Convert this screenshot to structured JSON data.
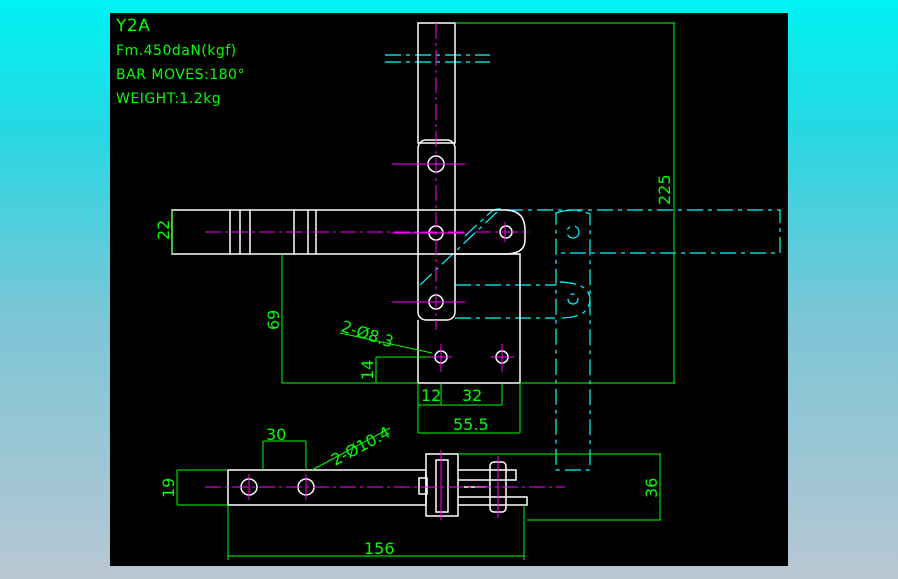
{
  "spec": {
    "model": "Y2A",
    "force": "Fm.450daN(kgf)",
    "bar_moves": "BAR MOVES:180°",
    "weight": "WEIGHT:1.2kg"
  },
  "dimensions": {
    "height_225": "225",
    "bar_22": "22",
    "height_69": "69",
    "height_14": "14",
    "hole_upper": "2-Ø8.3",
    "offset_12": "12",
    "spacing_32": "32",
    "base_55_5": "55.5",
    "spacing_30": "30",
    "hole_lower": "2-Ø10.4",
    "width_19": "19",
    "height_36": "36",
    "length_156": "156"
  },
  "colors": {
    "background": "#000000",
    "outline": "#ffffff",
    "dimension": "#00ff00",
    "centerline": "#ff00ff",
    "phantom": "#00ffff"
  }
}
